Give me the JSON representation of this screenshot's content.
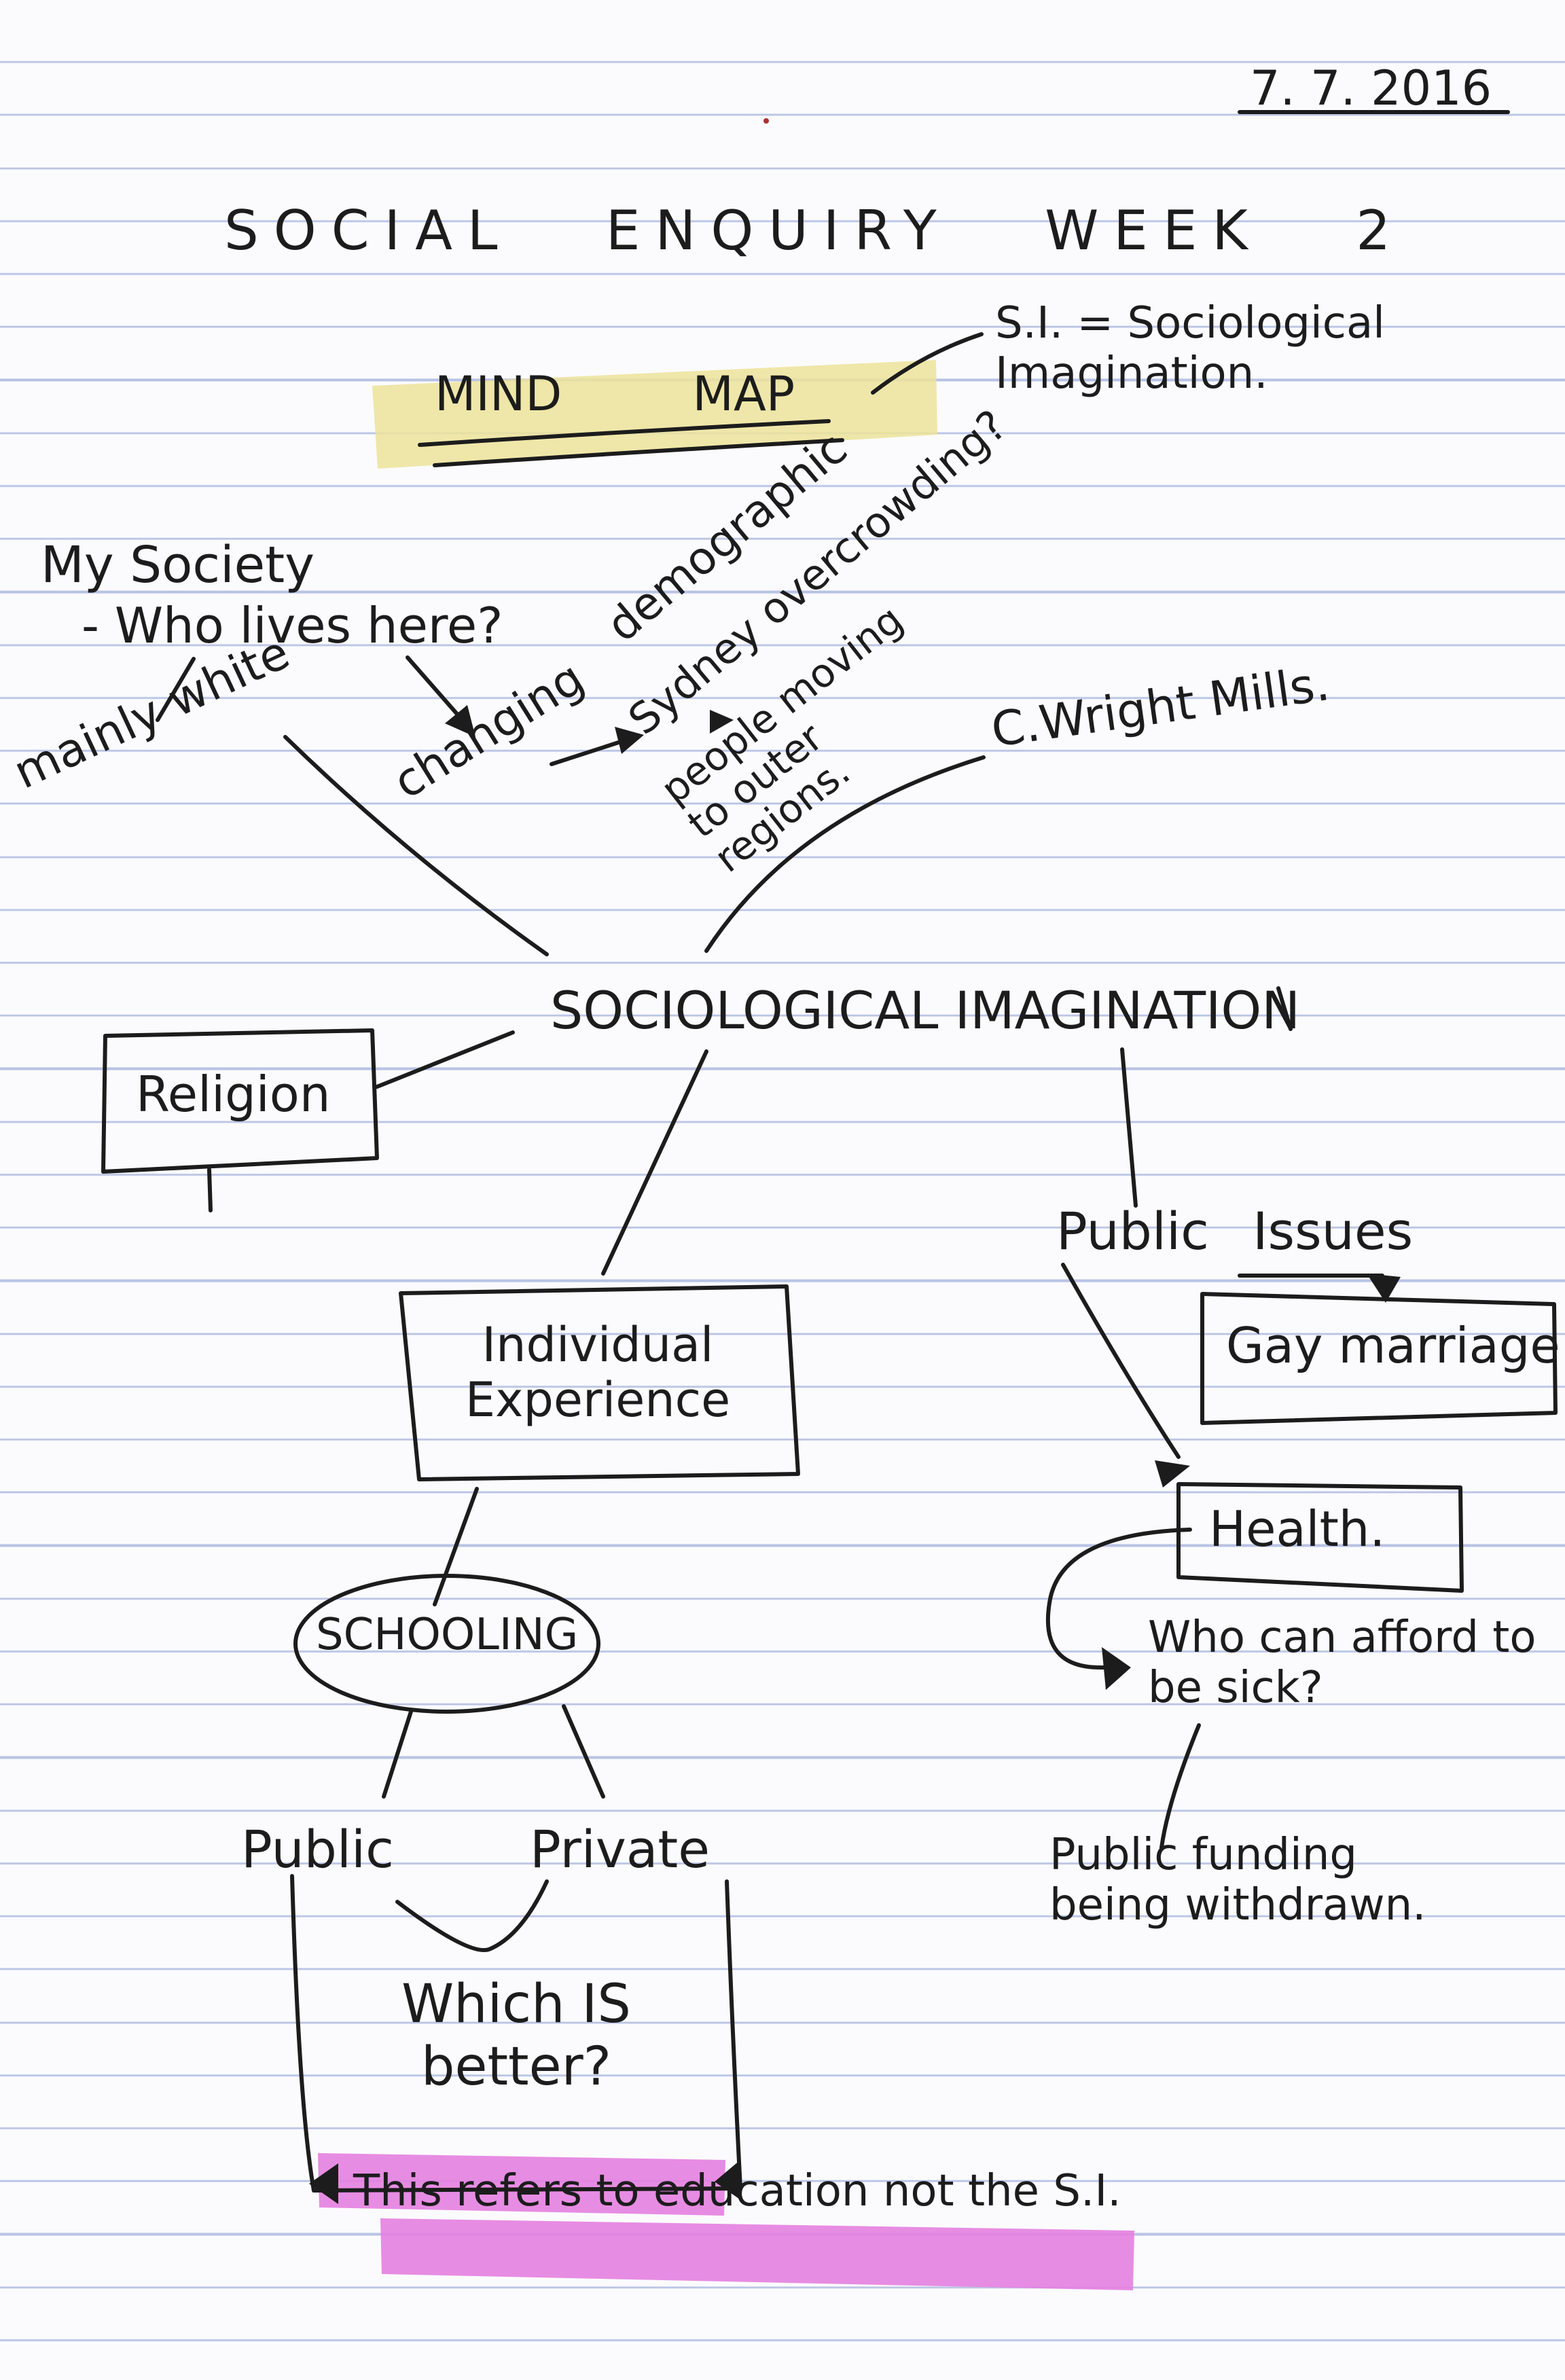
{
  "date": "7. 7. 2016",
  "heading": {
    "title": "SOCIAL ENQUIRY WEEK 2",
    "subtitle": "MIND MAP",
    "abbreviation": "S.I. = Sociological Imagination."
  },
  "nodes": {
    "center": "SOCIOLOGICAL IMAGINATION",
    "my_society": "My Society",
    "who_lives_here": "- Who lives here?",
    "mainly_white": "mainly white",
    "changing": "changing",
    "demographic": "demographic",
    "sydney": "Sydney overcrowding?",
    "people_moving": "people moving to outer regions.",
    "c_wright_mills": "C.Wright Mills.",
    "religion": "Religion",
    "individual_experience": "Individual Experience",
    "schooling": "SCHOOLING",
    "public_school": "Public",
    "private_school": "Private",
    "which_better": "Which IS better?",
    "this_refers": "This refers to education not the S.I.",
    "public_issues": "Public Issues",
    "gay_marriage": "Gay marriage",
    "health": "Health.",
    "who_can_afford": "Who can afford to be sick?",
    "public_funding": "Public funding being withdrawn."
  },
  "colors": {
    "ink": "#1c1c1c",
    "rule": "#b9c3e4",
    "yellow_highlight": "#ece39a",
    "pink_highlight": "#e47fe0"
  }
}
